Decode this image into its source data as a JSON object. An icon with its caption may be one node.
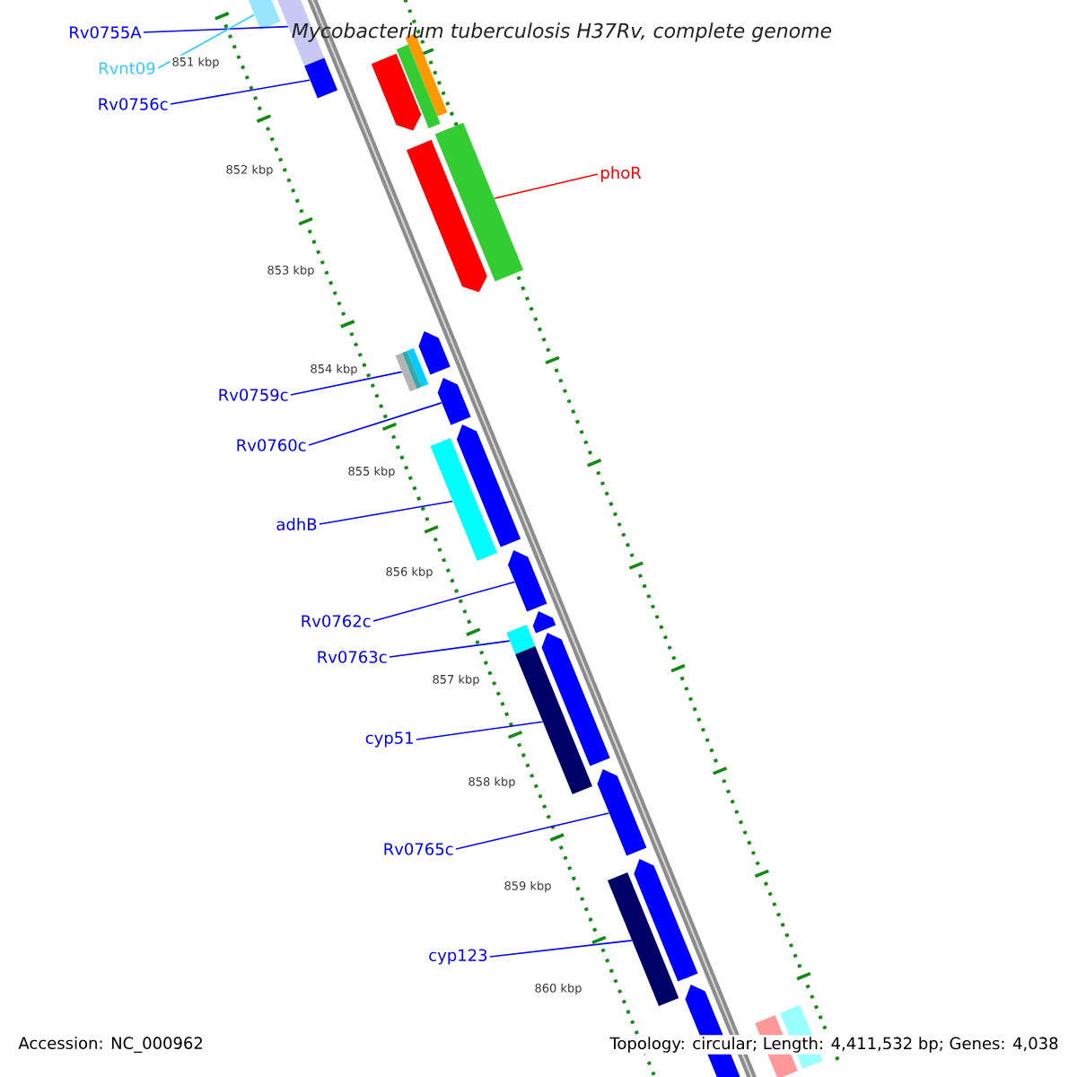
{
  "diagram": {
    "title": "*Mycobacterium tuberculosis* H37Rv, complete genome",
    "nodes": [
      {
        "text": [
          "Rv0755A"
        ]
      },
      {
        "text": [
          "Rvnt09"
        ]
      },
      {
        "text": [
          "Rv0756c"
        ]
      },
      {
        "text": [
          "phoR"
        ]
      },
      {
        "text": [
          "Rv0759c"
        ]
      },
      {
        "text": [
          "Rv0760c"
        ]
      },
      {
        "text": [
          "adhB"
        ]
      },
      {
        "text": [
          "Rv0762c"
        ]
      },
      {
        "text": [
          "Rv0763c"
        ]
      },
      {
        "text": [
          "cyp51"
        ]
      },
      {
        "text": [
          "Rv0765c"
        ]
      },
      {
        "text": [
          "cyp123"
        ]
      },
      {
        "text": [],
        "shape": "bar"
      },
      {
        "text": [],
        "shape": "bar"
      },
      {
        "text": [],
        "shape": "bar"
      },
      {
        "text": [],
        "shape": "bar"
      },
      {
        "text": [],
        "shape": "bar"
      },
      {
        "text": [],
        "shape": "arrow"
      },
      {
        "text": [],
        "shape": "bar"
      },
      {
        "text": [],
        "shape": "arrow"
      },
      {
        "text": [],
        "shape": "arrow"
      },
      {
        "text": [],
        "shape": "bar"
      },
      {
        "text": [],
        "shape": "arrow"
      },
      {
        "text": [],
        "shape": "arrow"
      },
      {
        "text": [],
        "shape": "bar"
      },
      {
        "text": [],
        "shape": "arrow"
      },
      {
        "text": [],
        "shape": "arrow"
      },
      {
        "text": [],
        "shape": "bar"
      },
      {
        "text": [],
        "shape": "arrow"
      },
      {
        "text": [],
        "shape": "bar"
      },
      {
        "text": [],
        "shape": "arrow"
      },
      {
        "text": [],
        "shape": "arrow"
      },
      {
        "text": [],
        "shape": "bar"
      },
      {
        "text": [],
        "shape": "arrow"
      },
      {
        "text": [],
        "shape": "bar"
      },
      {
        "text": [],
        "shape": "bar"
      }
    ],
    "edges": [
      {
        "from": 0,
        "to": 13,
        "arrow": "none"
      },
      {
        "from": 1,
        "to": 12,
        "arrow": "none",
        "color": "#33ccff"
      },
      {
        "from": 2,
        "to": 14,
        "arrow": "none"
      },
      {
        "from": 3,
        "to": 18,
        "arrow": "none",
        "color": "#ff0000"
      },
      {
        "from": 4,
        "to": 21,
        "arrow": "none"
      },
      {
        "from": 5,
        "to": 22,
        "arrow": "none"
      },
      {
        "from": 6,
        "to": 24,
        "arrow": "none"
      },
      {
        "from": 7,
        "to": 25,
        "arrow": "none"
      },
      {
        "from": 8,
        "to": 27,
        "arrow": "none"
      },
      {
        "from": 9,
        "to": 29,
        "arrow": "none"
      },
      {
        "from": 10,
        "to": 30,
        "arrow": "none"
      },
      {
        "from": 11,
        "to": 32,
        "arrow": "none"
      }
    ],
    "labels": [
      "851 kbp",
      "852 kbp",
      "853 kbp",
      "854 kbp",
      "855 kbp",
      "856 kbp",
      "857 kbp",
      "858 kbp",
      "859 kbp",
      "860 kbp",
      "Accession: NC_000962",
      "Topology: circular; Length: 4,411,532 bp; Genes: 4,038"
    ]
  }
}
